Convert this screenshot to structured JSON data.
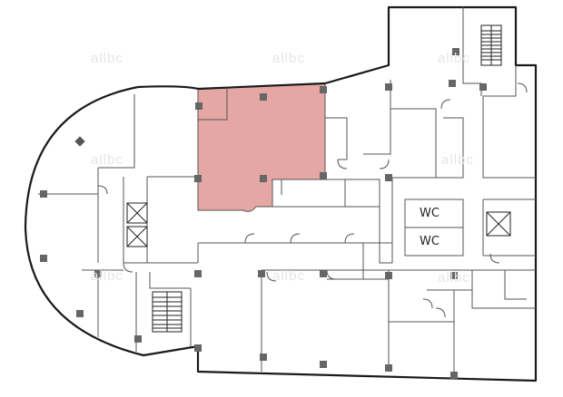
{
  "watermark": "allbc",
  "rooms": [
    {
      "label": "WC"
    },
    {
      "label": "WC"
    }
  ],
  "colors": {
    "highlight": "#e5a7a3",
    "wall": "#1a1a1a",
    "partition": "#555555",
    "column": "#666666"
  }
}
